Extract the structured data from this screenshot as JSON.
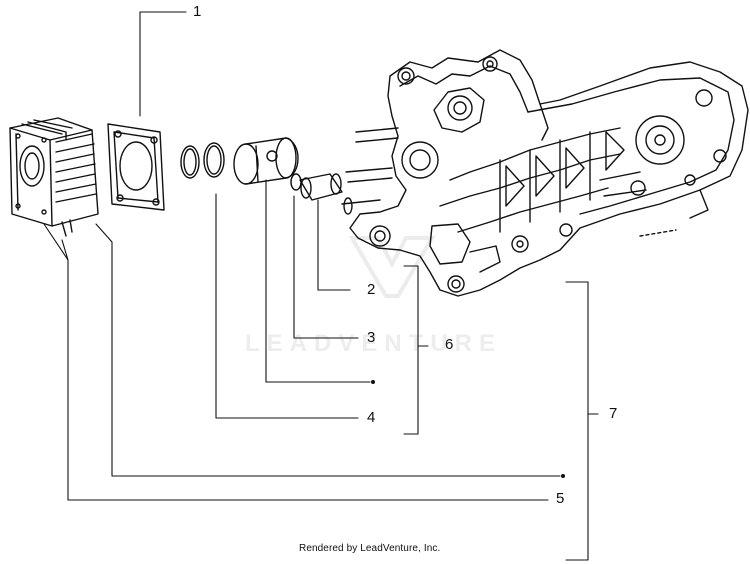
{
  "callouts": {
    "c1": "1",
    "c2": "2",
    "c3": "3",
    "c4": "4",
    "c5": "5",
    "c6": "6",
    "c7": "7"
  },
  "watermark": "LEADVENTURE",
  "footer": {
    "credit": "Rendered by LeadVenture, Inc."
  },
  "colors": {
    "line": "#111111",
    "watermark": "#ededed",
    "background": "#ffffff"
  }
}
